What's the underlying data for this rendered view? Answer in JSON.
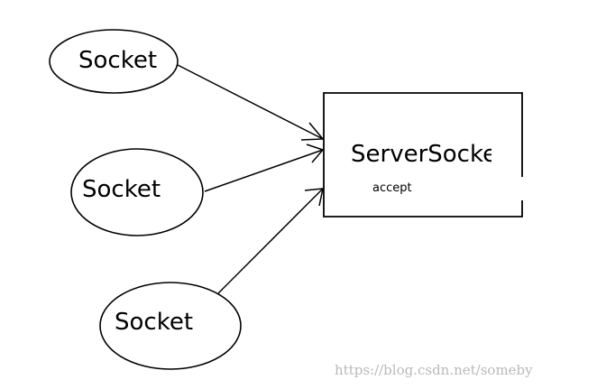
{
  "sockets": [
    {
      "label": "Socket"
    },
    {
      "label": "Socket"
    },
    {
      "label": "Socket"
    }
  ],
  "server": {
    "title": "ServerSocke",
    "method": "accept"
  },
  "watermark": "https://blog.csdn.net/someby",
  "colors": {
    "stroke": "#000000",
    "background": "#ffffff",
    "watermark": "#b9b9b9"
  }
}
